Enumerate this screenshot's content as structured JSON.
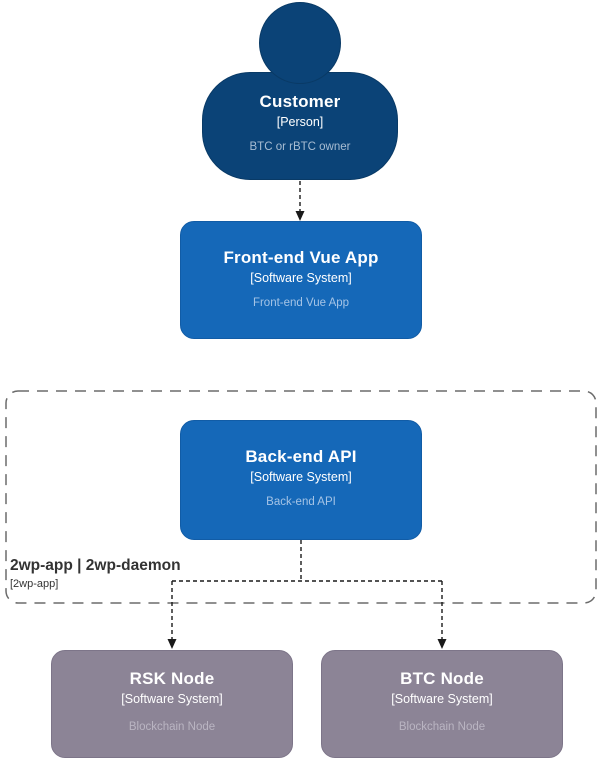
{
  "diagram": {
    "kind": "c4-system-context-diagram",
    "nodes": {
      "customer": {
        "title": "Customer",
        "subtitle": "[Person]",
        "description": "BTC or rBTC owner",
        "shape": "person",
        "color": "#0b4377"
      },
      "frontend": {
        "title": "Front-end Vue App",
        "subtitle": "[Software System]",
        "description": "Front-end Vue App",
        "shape": "rounded-box",
        "color": "#1568b8"
      },
      "backend": {
        "title": "Back-end API",
        "subtitle": "[Software System]",
        "description": "Back-end API",
        "shape": "rounded-box",
        "color": "#1568b8"
      },
      "rsk_node": {
        "title": "RSK Node",
        "subtitle": "[Software System]",
        "description": "Blockchain Node",
        "shape": "rounded-box",
        "color": "#8c8496"
      },
      "btc_node": {
        "title": "BTC Node",
        "subtitle": "[Software System]",
        "description": "Blockchain Node",
        "shape": "rounded-box",
        "color": "#8c8496"
      }
    },
    "boundary": {
      "title": "2wp-app | 2wp-daemon",
      "subtitle": "[2wp-app]",
      "contains": [
        "backend"
      ]
    },
    "connections": [
      {
        "from": "customer",
        "to": "frontend",
        "style": "dashed",
        "arrow": "down"
      },
      {
        "from": "backend",
        "to": "rsk_node",
        "style": "dashed",
        "arrow": "down"
      },
      {
        "from": "backend",
        "to": "btc_node",
        "style": "dashed",
        "arrow": "down"
      }
    ],
    "colors": {
      "person_fill": "#0b4377",
      "software_system_fill": "#1568b8",
      "external_system_fill": "#8c8496",
      "connector": "#1a1a1a",
      "boundary_border": "#6b6b6b",
      "boundary_text": "#333333",
      "background": "#ffffff",
      "person_desc_text": "#a8bdd3",
      "blue_desc_text": "#a5c4e6",
      "gray_desc_text": "#bab5c2"
    }
  }
}
